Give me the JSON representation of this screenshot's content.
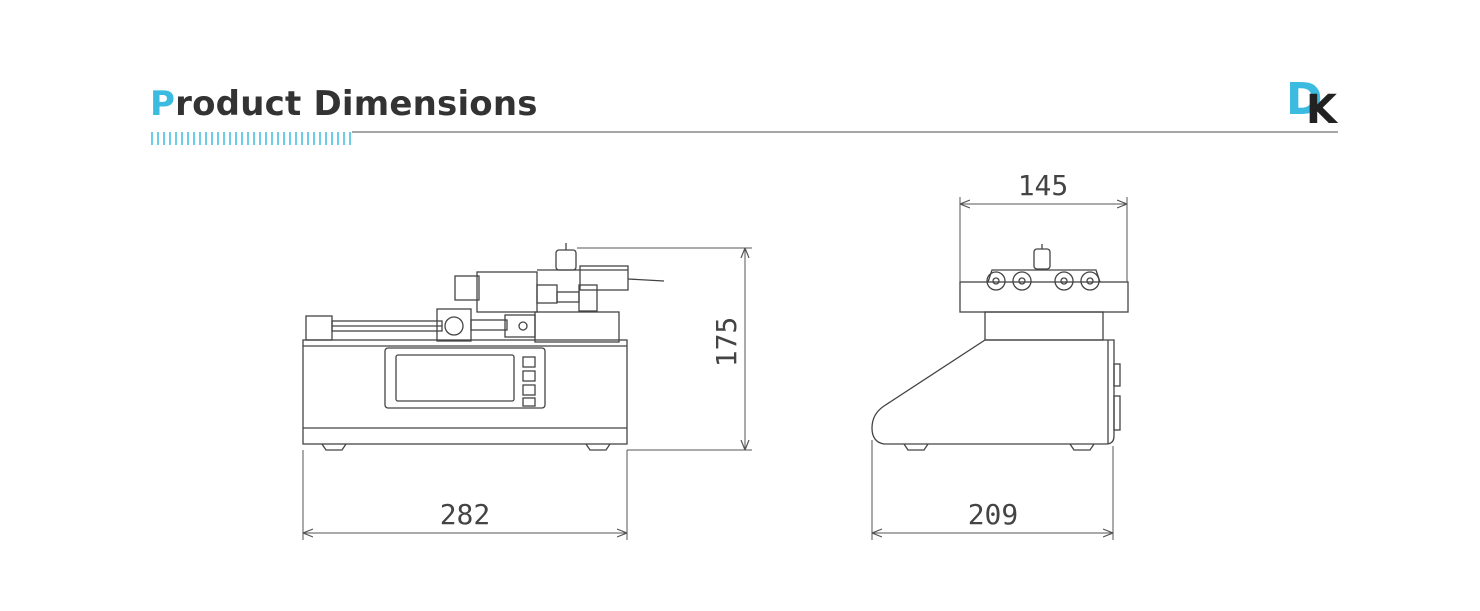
{
  "header": {
    "title_initial": "P",
    "title_rest": "roduct Dimensions",
    "accent_color": "#3bbbe0",
    "rule_color": "#888888"
  },
  "logo": {
    "letter_1": "D",
    "letter_2": "K",
    "color_1": "#3bbbe0",
    "color_2": "#222222"
  },
  "dimensions": {
    "front_width": "282",
    "front_height": "175",
    "side_top_width": "145",
    "side_base_width": "209"
  }
}
